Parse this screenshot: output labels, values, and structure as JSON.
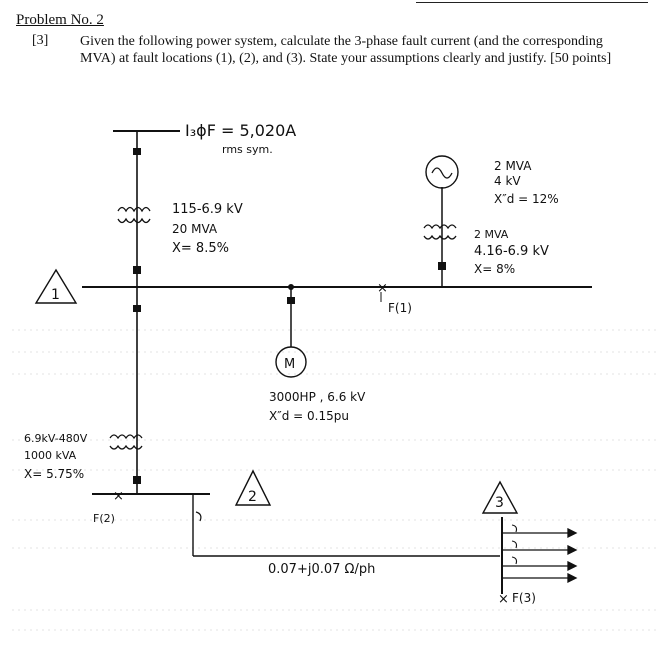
{
  "problem": {
    "title": "Problem No. 2",
    "marks": "[3]",
    "prompt": "Given the following power system, calculate the 3-phase fault current (and the corresponding MVA) at fault locations (1), (2), and (3). State your assumptions clearly and justify. [50 points]"
  },
  "diagram": {
    "source_fault_current": "I₃ϕF = 5,020A",
    "source_fault_note": "rms sym.",
    "transformer1": {
      "rating": "115-6.9 kV",
      "mva": "20 MVA",
      "x": "X= 8.5%"
    },
    "generator": {
      "mva": "2 MVA",
      "kv": "4 kV",
      "xd": "X″d = 12%"
    },
    "transformer2": {
      "mva": "2 MVA",
      "rating": "4.16-6.9 kV",
      "x": "X= 8%"
    },
    "motor": {
      "symbol": "M",
      "rating": "3000HP , 6.6 kV",
      "xd": "X″d = 0.15pu"
    },
    "transformer3": {
      "rating": "6.9kV-480V",
      "kva": "1000 kVA",
      "x": "X= 5.75%"
    },
    "bus_labels": [
      "1",
      "2",
      "3"
    ],
    "fault_labels": [
      "F(1)",
      "F(2)",
      "F(3)"
    ],
    "line_impedance": "0.07+j0.07 Ω/ph"
  }
}
